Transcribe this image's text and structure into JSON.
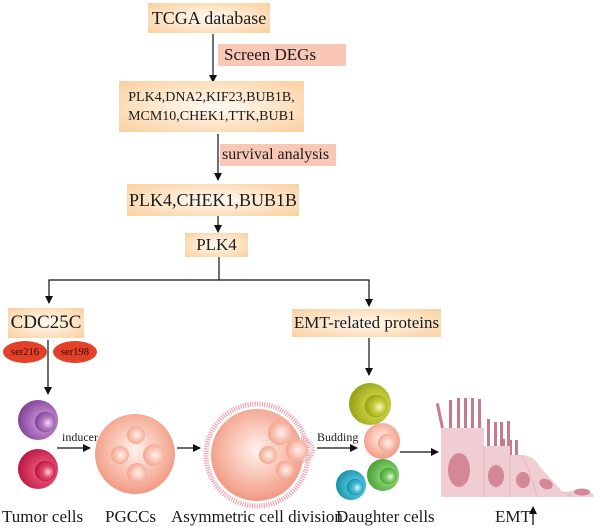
{
  "flow": {
    "source": "TCGA database",
    "step1_label": "Screen DEGs",
    "candidate_genes_line1": "PLK4,DNA2,KIF23,BUB1B,",
    "candidate_genes_line2": "MCM10,CHEK1,TTK,BUB1",
    "step2_label": "survival analysis",
    "prognostic_genes": "PLK4,CHEK1,BUB1B",
    "key_gene": "PLK4",
    "left_target": "CDC25C",
    "phospho_sites": [
      "ser216",
      "ser198"
    ],
    "right_target": "EMT-related proteins"
  },
  "process": {
    "inducer_label": "inducer",
    "budding_label": "Budding",
    "captions": {
      "tumor_cells": "Tumor cells",
      "pgccs": "PGCCs",
      "asymmetric_division": "Asymmetric cell division",
      "daughter_cells": "Daughter cells",
      "emt": "EMT"
    },
    "emt_trend_icon": "up-arrow-icon"
  },
  "colors": {
    "gene_box": "#fde3c4",
    "step_label": "#f9c7b6",
    "phospho_oval": "#e2412a",
    "tumor_cell_purple": "#9b4fae",
    "tumor_cell_red": "#d81b4a",
    "pgcc": "#f6a48e",
    "daughter_yellow_green": "#a8b21c",
    "daughter_green": "#5ab847",
    "daughter_cyan": "#22a7c3",
    "epithelial": "#f0cdd3"
  }
}
